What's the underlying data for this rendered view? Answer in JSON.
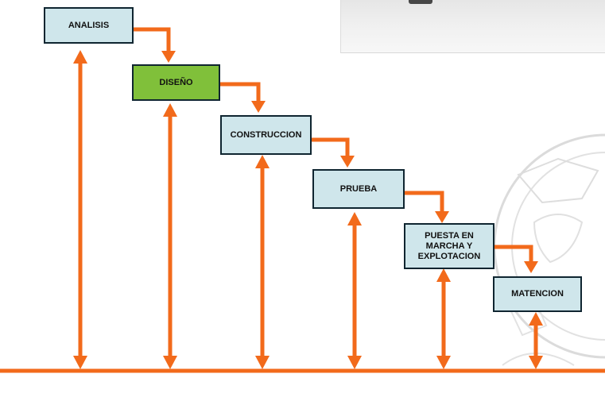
{
  "diagram": {
    "stages": [
      {
        "label": "ANALISIS",
        "active": false
      },
      {
        "label": "DISEÑO",
        "active": true
      },
      {
        "label": "CONSTRUCCION",
        "active": false
      },
      {
        "label": "PRUEBA",
        "active": false
      },
      {
        "label": "PUESTA EN\nMARCHA Y\nEXPLOTACION",
        "active": false
      },
      {
        "label": "MATENCION",
        "active": false
      }
    ],
    "colors": {
      "arrow": "#f26a1b",
      "box_fill": "#cfe6eb",
      "box_fill_active": "#80c03a",
      "box_border": "#0f2530"
    }
  }
}
